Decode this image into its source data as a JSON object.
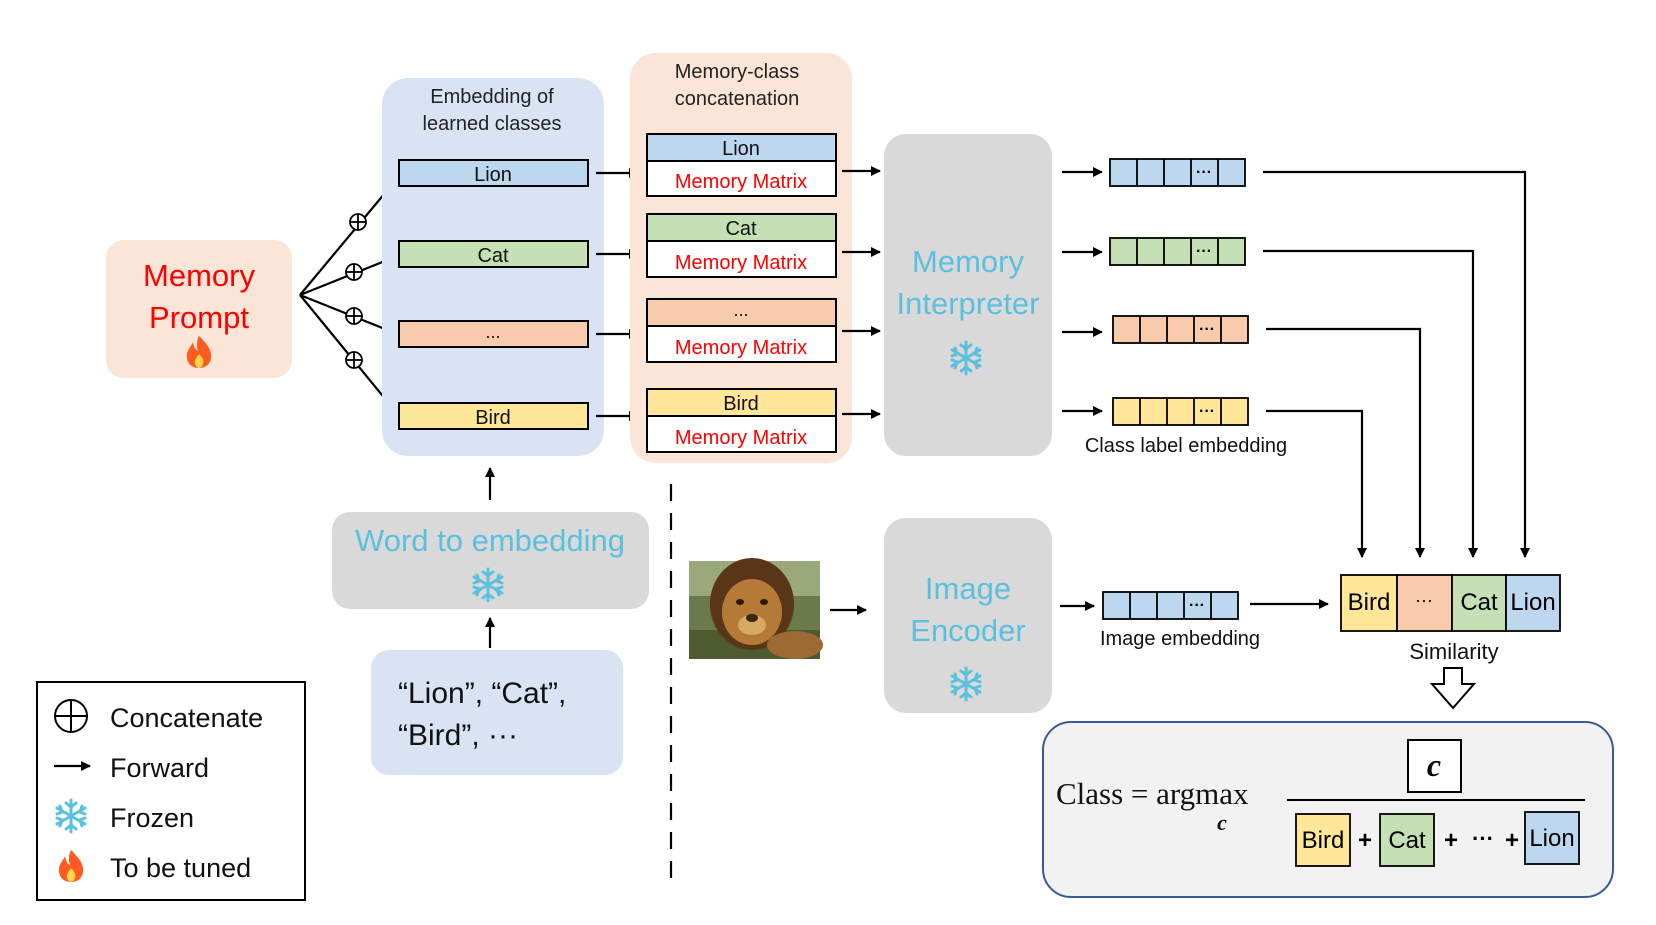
{
  "memory_prompt": {
    "line1": "Memory",
    "line2": "Prompt"
  },
  "embedding_panel": {
    "title_line1": "Embedding of",
    "title_line2": "learned classes",
    "rows": [
      "Lion",
      "Cat",
      "...",
      "Bird"
    ]
  },
  "concat_panel": {
    "title_line1": "Memory-class",
    "title_line2": "concatenation",
    "rows": [
      {
        "label": "Lion",
        "matrix": "Memory Matrix"
      },
      {
        "label": "Cat",
        "matrix": "Memory Matrix"
      },
      {
        "label": "...",
        "matrix": "Memory Matrix"
      },
      {
        "label": "Bird",
        "matrix": "Memory Matrix"
      }
    ]
  },
  "memory_interpreter": {
    "line1": "Memory",
    "line2": "Interpreter"
  },
  "word_to_embedding": {
    "label": "Word to embedding"
  },
  "words_input": {
    "line1": "“Lion”, “Cat”,",
    "line2": "“Bird”, ···"
  },
  "image_encoder": {
    "line1": "Image",
    "line2": "Encoder"
  },
  "class_label_embedding_caption": "Class label embedding",
  "image_embedding_caption": "Image embedding",
  "embedding_cell_dots": "···",
  "similarity": {
    "cells": [
      "Bird",
      "···",
      "Cat",
      "Lion"
    ],
    "caption": "Similarity"
  },
  "formula": {
    "lhs": "Class = argmax",
    "subscript": "c",
    "numerator": "c",
    "den_cells": [
      "Bird",
      "Cat",
      "Lion"
    ],
    "plus": "+",
    "ellipsis": "···"
  },
  "legend": {
    "items": [
      {
        "icon": "concatenate-icon",
        "label": "Concatenate"
      },
      {
        "icon": "forward-arrow-icon",
        "label": "Forward"
      },
      {
        "icon": "snowflake-icon",
        "label": "Frozen"
      },
      {
        "icon": "flame-icon",
        "label": "To be tuned"
      }
    ]
  },
  "colors": {
    "lion_blue": "#bcd5ec",
    "cat_green": "#c5e0b4",
    "dots_orange": "#f8cbad",
    "bird_yellow": "#ffe699",
    "memory_red": "#ff0000",
    "frozen_cyan": "#5bc0de",
    "panel_blue": "#dae3f3",
    "panel_peach": "#fbe5d6",
    "module_grey": "#d9d9d9"
  }
}
